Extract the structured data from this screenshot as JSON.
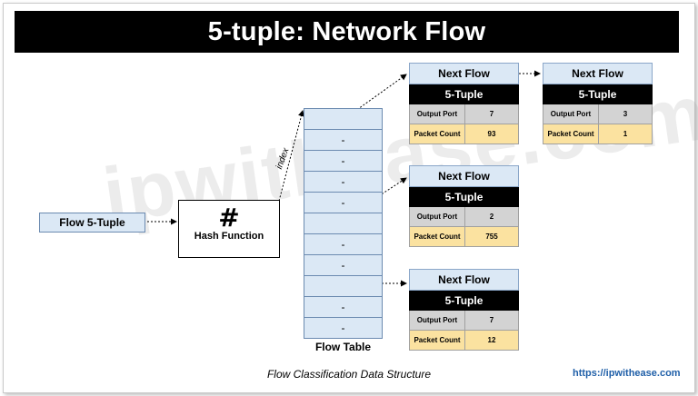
{
  "title": "5-tuple: Network Flow",
  "watermark": "ipwithease.com",
  "input": {
    "label": "Flow 5-Tuple"
  },
  "hash_function": {
    "symbol": "#",
    "label": "Hash Function"
  },
  "edge_label": "index",
  "flow_table": {
    "label": "Flow Table",
    "rows": [
      "",
      "-",
      "-",
      "-",
      "-",
      "",
      "-",
      "-",
      "",
      "-",
      "-"
    ]
  },
  "nodes": [
    {
      "header": "Next Flow",
      "tuple": "5-Tuple",
      "output_port_label": "Output Port",
      "output_port": "7",
      "packet_count_label": "Packet Count",
      "packet_count": "93"
    },
    {
      "header": "Next Flow",
      "tuple": "5-Tuple",
      "output_port_label": "Output Port",
      "output_port": "3",
      "packet_count_label": "Packet Count",
      "packet_count": "1"
    },
    {
      "header": "Next Flow",
      "tuple": "5-Tuple",
      "output_port_label": "Output Port",
      "output_port": "2",
      "packet_count_label": "Packet Count",
      "packet_count": "755"
    },
    {
      "header": "Next Flow",
      "tuple": "5-Tuple",
      "output_port_label": "Output Port",
      "output_port": "7",
      "packet_count_label": "Packet Count",
      "packet_count": "12"
    }
  ],
  "caption": "Flow Classification Data Structure",
  "site": "https://ipwithease.com"
}
